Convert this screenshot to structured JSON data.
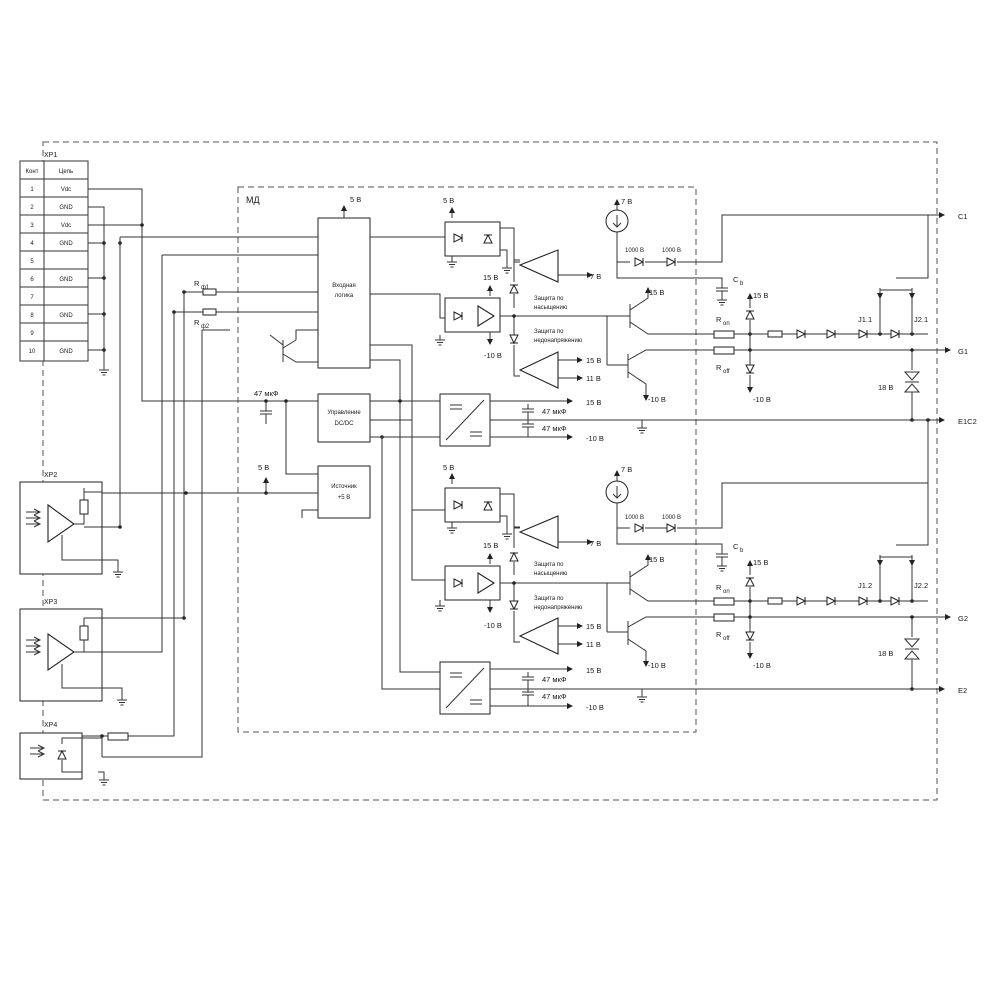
{
  "module": {
    "label": "МД"
  },
  "xp1": {
    "label": "XP1",
    "header": [
      "Конт",
      "Цепь"
    ],
    "rows": [
      [
        "1",
        "Vdc"
      ],
      [
        "2",
        "GND"
      ],
      [
        "3",
        "Vdc"
      ],
      [
        "4",
        "GND"
      ],
      [
        "5",
        ""
      ],
      [
        "6",
        "GND"
      ],
      [
        "7",
        ""
      ],
      [
        "8",
        "GND"
      ],
      [
        "9",
        ""
      ],
      [
        "10",
        "GND"
      ]
    ]
  },
  "connectors": {
    "xp2": "XP2",
    "xp3": "XP3",
    "xp4": "XP4"
  },
  "blocks": {
    "logic": [
      "Входная",
      "логика"
    ],
    "dcdc_ctrl": [
      "Управление",
      "DC/DC"
    ],
    "source": [
      "Источник",
      "+5 В"
    ]
  },
  "resistors": {
    "rf1": "R",
    "rf1_sub": "ф1",
    "rf2": "R",
    "rf2_sub": "ф2",
    "ron": "R",
    "ron_sub": "on",
    "roff": "R",
    "roff_sub": "off",
    "cb": "C",
    "cb_sub": "b"
  },
  "voltages": {
    "v5": "5 В",
    "v7": "7 В",
    "v15": "15 В",
    "vm10": "-10 В",
    "v11": "11 В",
    "v1000": "1000 В",
    "v18": "18 В",
    "cap47": "47 мкФ"
  },
  "protection": {
    "sat": [
      "Защита по",
      "насыщению"
    ],
    "under": [
      "Защита по",
      "недонапряжению"
    ]
  },
  "junctions": {
    "j11": "J1.1",
    "j21": "J2.1",
    "j12": "J1.2",
    "j22": "J2.2"
  },
  "outputs": {
    "c1": "C1",
    "g1": "G1",
    "e1c2": "E1C2",
    "g2": "G2",
    "e2": "E2"
  }
}
